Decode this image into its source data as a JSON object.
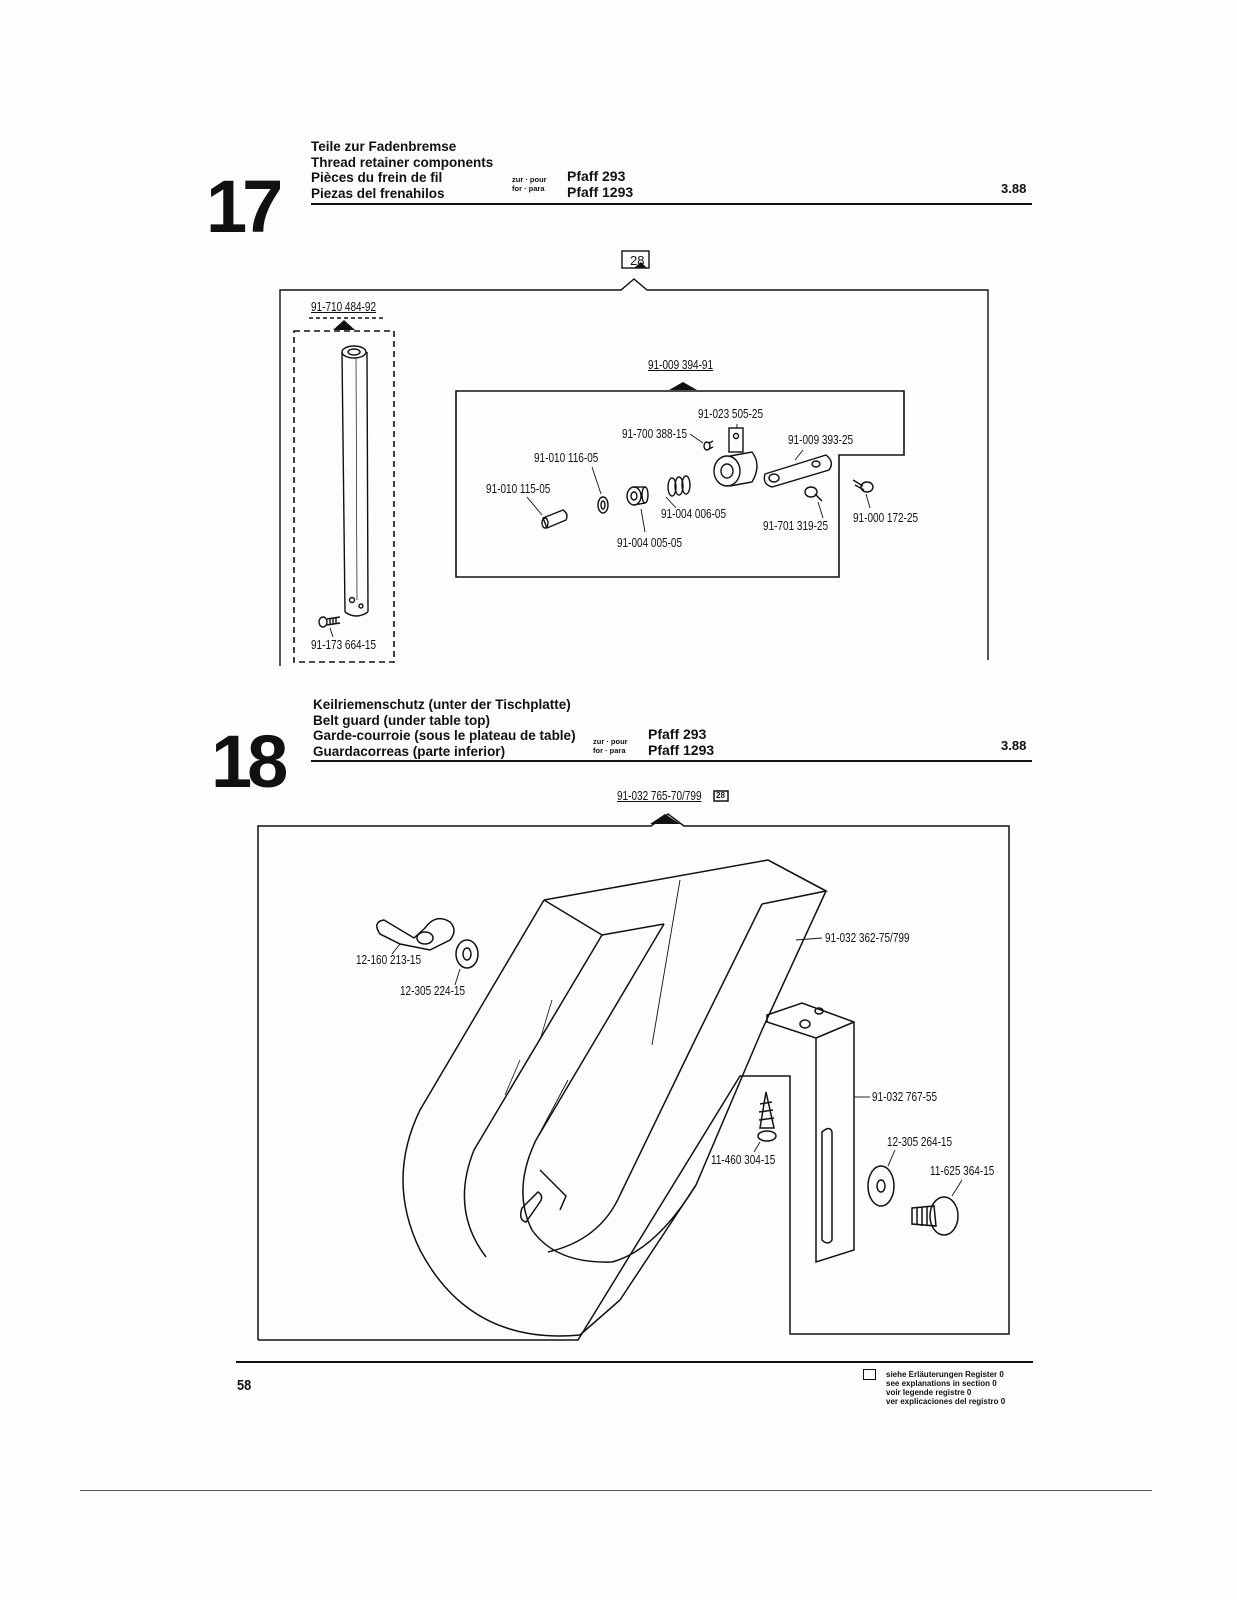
{
  "page_number": "58",
  "section17": {
    "number": "17",
    "titles": [
      "Teile zur Fadenbremse",
      "Thread retainer components",
      "Pièces du frein de fil",
      "Piezas del frenahilos"
    ],
    "for_label_1": "zur · pour",
    "for_label_2": "for · para",
    "models": [
      "Pfaff 293",
      "Pfaff 1293"
    ],
    "version": "3.88",
    "ref_box": "28",
    "parts": {
      "tube_assembly": "91-710 484-92",
      "tube_screw": "91-173 664-15",
      "retainer_assembly": "91-009 394-91",
      "clamp": "91-023 505-25",
      "set_screw": "91-700 388-15",
      "bracket": "91-009 393-25",
      "washer": "91-010 116-05",
      "pin": "91-010 115-05",
      "spring": "91-004 006-05",
      "sleeve": "91-004 005-05",
      "bracket_screw": "91-701 319-25",
      "screw": "91-000 172-25"
    }
  },
  "section18": {
    "number": "18",
    "titles": [
      "Keilriemenschutz (unter der Tischplatte)",
      "Belt guard (under table top)",
      "Garde-courroie (sous le plateau de table)",
      "Guardacorreas (parte inferior)"
    ],
    "for_label_1": "zur · pour",
    "for_label_2": "for · para",
    "models": [
      "Pfaff 293",
      "Pfaff 1293"
    ],
    "version": "3.88",
    "assembly": "91-032 765-70/799",
    "assembly_ref": "28",
    "parts": {
      "wing_nut": "12-160 213-15",
      "washer_small": "12-305 224-15",
      "guard": "91-032 362-75/799",
      "bracket": "91-032 767-55",
      "wood_screw": "11-460 304-15",
      "washer_large": "12-305 264-15",
      "bolt": "11-625 364-15"
    }
  },
  "legend": [
    "siehe Erläuterungen Register 0",
    "see explanations in section 0",
    "voir legende registre 0",
    "ver explicaciones del registro 0"
  ]
}
